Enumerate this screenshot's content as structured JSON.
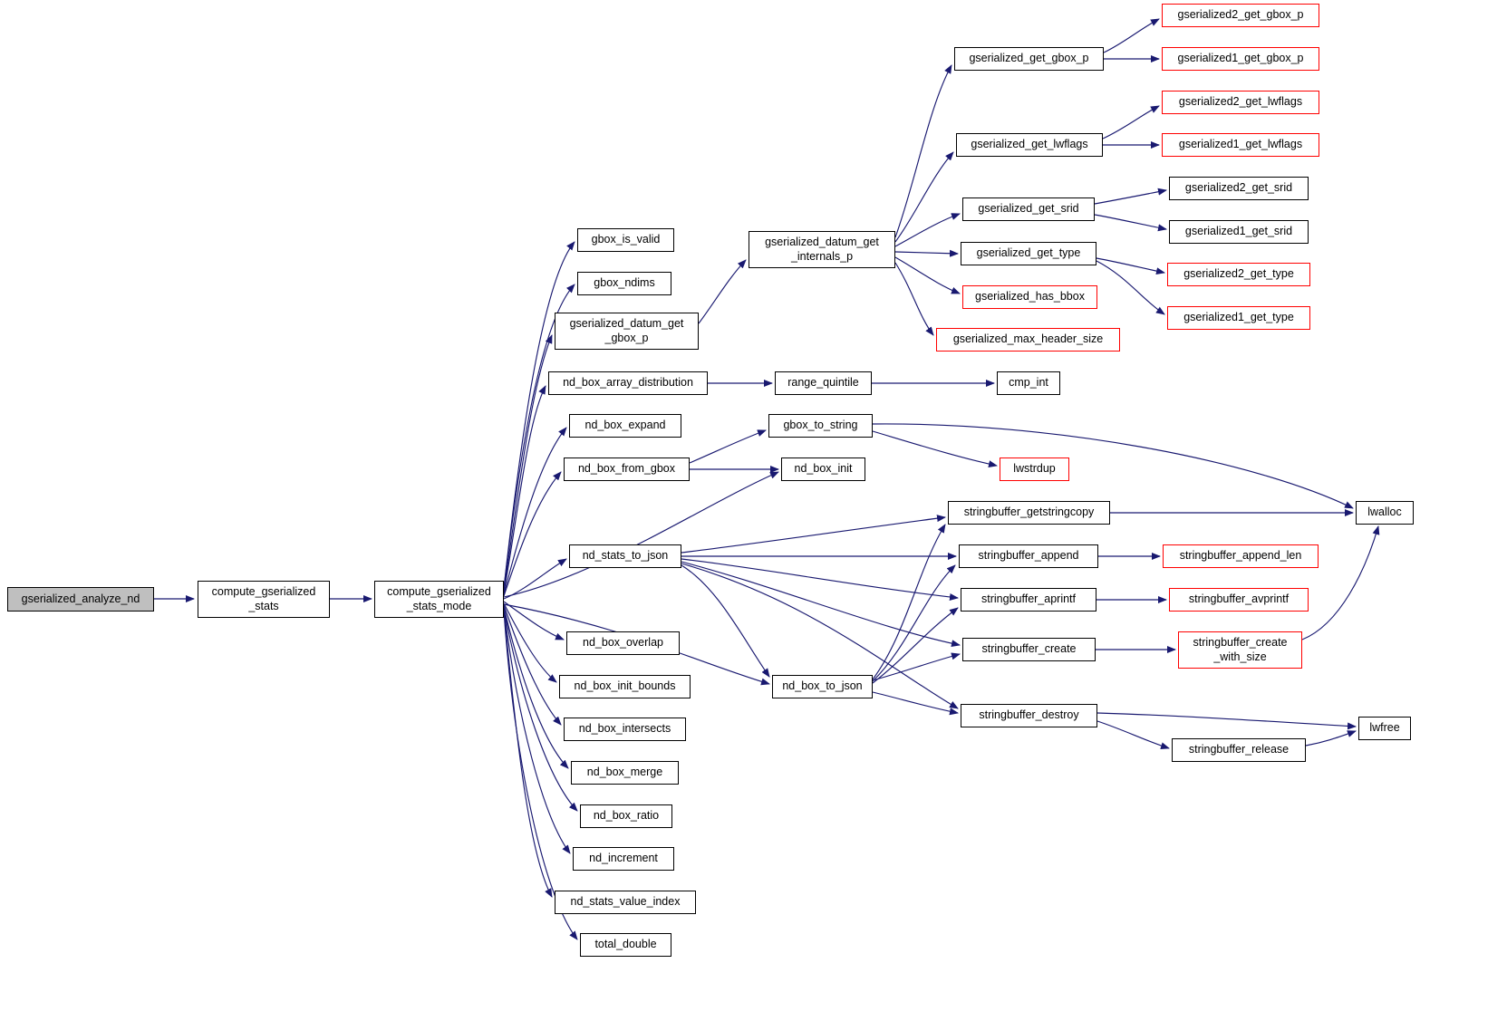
{
  "diagram": {
    "type": "call-graph",
    "edge_color": "#191970",
    "node_border_color": "#000000",
    "truncated_node_border_color": "#ff0000",
    "root_node_fill": "#bfbfbf",
    "node_fill": "#ffffff"
  },
  "nodes": {
    "gserialized_analyze_nd": {
      "label": "gserialized_analyze_nd",
      "type": "root"
    },
    "compute_gserialized_stats": {
      "label": "compute_gserialized\n_stats",
      "type": "normal"
    },
    "compute_gserialized_stats_mode": {
      "label": "compute_gserialized\n_stats_mode",
      "type": "normal"
    },
    "gbox_is_valid": {
      "label": "gbox_is_valid",
      "type": "normal"
    },
    "gbox_ndims": {
      "label": "gbox_ndims",
      "type": "normal"
    },
    "gserialized_datum_get_gbox_p": {
      "label": "gserialized_datum_get\n_gbox_p",
      "type": "normal"
    },
    "nd_box_array_distribution": {
      "label": "nd_box_array_distribution",
      "type": "normal"
    },
    "nd_box_expand": {
      "label": "nd_box_expand",
      "type": "normal"
    },
    "nd_box_from_gbox": {
      "label": "nd_box_from_gbox",
      "type": "normal"
    },
    "nd_stats_to_json": {
      "label": "nd_stats_to_json",
      "type": "normal"
    },
    "nd_box_overlap": {
      "label": "nd_box_overlap",
      "type": "normal"
    },
    "nd_box_init_bounds": {
      "label": "nd_box_init_bounds",
      "type": "normal"
    },
    "nd_box_intersects": {
      "label": "nd_box_intersects",
      "type": "normal"
    },
    "nd_box_merge": {
      "label": "nd_box_merge",
      "type": "normal"
    },
    "nd_box_ratio": {
      "label": "nd_box_ratio",
      "type": "normal"
    },
    "nd_increment": {
      "label": "nd_increment",
      "type": "normal"
    },
    "nd_stats_value_index": {
      "label": "nd_stats_value_index",
      "type": "normal"
    },
    "total_double": {
      "label": "total_double",
      "type": "normal"
    },
    "gserialized_datum_get_internals_p": {
      "label": "gserialized_datum_get\n_internals_p",
      "type": "normal"
    },
    "range_quintile": {
      "label": "range_quintile",
      "type": "normal"
    },
    "gbox_to_string": {
      "label": "gbox_to_string",
      "type": "normal"
    },
    "nd_box_init": {
      "label": "nd_box_init",
      "type": "normal"
    },
    "nd_box_to_json": {
      "label": "nd_box_to_json",
      "type": "normal"
    },
    "gserialized_get_gbox_p": {
      "label": "gserialized_get_gbox_p",
      "type": "normal"
    },
    "gserialized_get_lwflags": {
      "label": "gserialized_get_lwflags",
      "type": "normal"
    },
    "gserialized_get_srid": {
      "label": "gserialized_get_srid",
      "type": "normal"
    },
    "gserialized_get_type": {
      "label": "gserialized_get_type",
      "type": "normal"
    },
    "gserialized_has_bbox": {
      "label": "gserialized_has_bbox",
      "type": "truncated"
    },
    "gserialized_max_header_size": {
      "label": "gserialized_max_header_size",
      "type": "truncated"
    },
    "cmp_int": {
      "label": "cmp_int",
      "type": "normal"
    },
    "lwstrdup": {
      "label": "lwstrdup",
      "type": "truncated"
    },
    "stringbuffer_getstringcopy": {
      "label": "stringbuffer_getstringcopy",
      "type": "normal"
    },
    "stringbuffer_append": {
      "label": "stringbuffer_append",
      "type": "normal"
    },
    "stringbuffer_aprintf": {
      "label": "stringbuffer_aprintf",
      "type": "normal"
    },
    "stringbuffer_create": {
      "label": "stringbuffer_create",
      "type": "normal"
    },
    "stringbuffer_destroy": {
      "label": "stringbuffer_destroy",
      "type": "normal"
    },
    "gserialized2_get_gbox_p": {
      "label": "gserialized2_get_gbox_p",
      "type": "truncated"
    },
    "gserialized1_get_gbox_p": {
      "label": "gserialized1_get_gbox_p",
      "type": "truncated"
    },
    "gserialized2_get_lwflags": {
      "label": "gserialized2_get_lwflags",
      "type": "truncated"
    },
    "gserialized1_get_lwflags": {
      "label": "gserialized1_get_lwflags",
      "type": "truncated"
    },
    "gserialized2_get_srid": {
      "label": "gserialized2_get_srid",
      "type": "normal"
    },
    "gserialized1_get_srid": {
      "label": "gserialized1_get_srid",
      "type": "normal"
    },
    "gserialized2_get_type": {
      "label": "gserialized2_get_type",
      "type": "truncated"
    },
    "gserialized1_get_type": {
      "label": "gserialized1_get_type",
      "type": "truncated"
    },
    "lwalloc": {
      "label": "lwalloc",
      "type": "normal"
    },
    "stringbuffer_append_len": {
      "label": "stringbuffer_append_len",
      "type": "truncated"
    },
    "stringbuffer_avprintf": {
      "label": "stringbuffer_avprintf",
      "type": "truncated"
    },
    "stringbuffer_create_with_size": {
      "label": "stringbuffer_create\n_with_size",
      "type": "truncated"
    },
    "lwfree": {
      "label": "lwfree",
      "type": "normal"
    },
    "stringbuffer_release": {
      "label": "stringbuffer_release",
      "type": "normal"
    }
  },
  "edges": [
    {
      "from": "gserialized_analyze_nd",
      "to": "compute_gserialized_stats"
    },
    {
      "from": "compute_gserialized_stats",
      "to": "compute_gserialized_stats_mode"
    },
    {
      "from": "compute_gserialized_stats_mode",
      "to": "gbox_is_valid"
    },
    {
      "from": "compute_gserialized_stats_mode",
      "to": "gbox_ndims"
    },
    {
      "from": "compute_gserialized_stats_mode",
      "to": "gserialized_datum_get_gbox_p"
    },
    {
      "from": "compute_gserialized_stats_mode",
      "to": "nd_box_array_distribution"
    },
    {
      "from": "compute_gserialized_stats_mode",
      "to": "nd_box_expand"
    },
    {
      "from": "compute_gserialized_stats_mode",
      "to": "nd_box_from_gbox"
    },
    {
      "from": "compute_gserialized_stats_mode",
      "to": "nd_box_init"
    },
    {
      "from": "compute_gserialized_stats_mode",
      "to": "nd_stats_to_json"
    },
    {
      "from": "compute_gserialized_stats_mode",
      "to": "nd_box_to_json"
    },
    {
      "from": "compute_gserialized_stats_mode",
      "to": "nd_box_overlap"
    },
    {
      "from": "compute_gserialized_stats_mode",
      "to": "nd_box_init_bounds"
    },
    {
      "from": "compute_gserialized_stats_mode",
      "to": "nd_box_intersects"
    },
    {
      "from": "compute_gserialized_stats_mode",
      "to": "nd_box_merge"
    },
    {
      "from": "compute_gserialized_stats_mode",
      "to": "nd_box_ratio"
    },
    {
      "from": "compute_gserialized_stats_mode",
      "to": "nd_increment"
    },
    {
      "from": "compute_gserialized_stats_mode",
      "to": "nd_stats_value_index"
    },
    {
      "from": "compute_gserialized_stats_mode",
      "to": "total_double"
    },
    {
      "from": "gserialized_datum_get_gbox_p",
      "to": "gserialized_datum_get_internals_p"
    },
    {
      "from": "gserialized_datum_get_internals_p",
      "to": "gserialized_get_gbox_p"
    },
    {
      "from": "gserialized_datum_get_internals_p",
      "to": "gserialized_get_lwflags"
    },
    {
      "from": "gserialized_datum_get_internals_p",
      "to": "gserialized_get_srid"
    },
    {
      "from": "gserialized_datum_get_internals_p",
      "to": "gserialized_get_type"
    },
    {
      "from": "gserialized_datum_get_internals_p",
      "to": "gserialized_has_bbox"
    },
    {
      "from": "gserialized_datum_get_internals_p",
      "to": "gserialized_max_header_size"
    },
    {
      "from": "gserialized_get_gbox_p",
      "to": "gserialized2_get_gbox_p"
    },
    {
      "from": "gserialized_get_gbox_p",
      "to": "gserialized1_get_gbox_p"
    },
    {
      "from": "gserialized_get_lwflags",
      "to": "gserialized2_get_lwflags"
    },
    {
      "from": "gserialized_get_lwflags",
      "to": "gserialized1_get_lwflags"
    },
    {
      "from": "gserialized_get_srid",
      "to": "gserialized2_get_srid"
    },
    {
      "from": "gserialized_get_srid",
      "to": "gserialized1_get_srid"
    },
    {
      "from": "gserialized_get_type",
      "to": "gserialized2_get_type"
    },
    {
      "from": "gserialized_get_type",
      "to": "gserialized1_get_type"
    },
    {
      "from": "nd_box_array_distribution",
      "to": "range_quintile"
    },
    {
      "from": "range_quintile",
      "to": "cmp_int"
    },
    {
      "from": "nd_box_from_gbox",
      "to": "gbox_to_string"
    },
    {
      "from": "nd_box_from_gbox",
      "to": "nd_box_init"
    },
    {
      "from": "gbox_to_string",
      "to": "lwalloc"
    },
    {
      "from": "gbox_to_string",
      "to": "lwstrdup"
    },
    {
      "from": "nd_stats_to_json",
      "to": "stringbuffer_getstringcopy"
    },
    {
      "from": "nd_stats_to_json",
      "to": "stringbuffer_append"
    },
    {
      "from": "nd_stats_to_json",
      "to": "stringbuffer_aprintf"
    },
    {
      "from": "nd_stats_to_json",
      "to": "stringbuffer_create"
    },
    {
      "from": "nd_stats_to_json",
      "to": "stringbuffer_destroy"
    },
    {
      "from": "nd_stats_to_json",
      "to": "nd_box_to_json"
    },
    {
      "from": "nd_box_to_json",
      "to": "stringbuffer_getstringcopy"
    },
    {
      "from": "nd_box_to_json",
      "to": "stringbuffer_append"
    },
    {
      "from": "nd_box_to_json",
      "to": "stringbuffer_aprintf"
    },
    {
      "from": "nd_box_to_json",
      "to": "stringbuffer_create"
    },
    {
      "from": "nd_box_to_json",
      "to": "stringbuffer_destroy"
    },
    {
      "from": "stringbuffer_getstringcopy",
      "to": "lwalloc"
    },
    {
      "from": "stringbuffer_append",
      "to": "stringbuffer_append_len"
    },
    {
      "from": "stringbuffer_aprintf",
      "to": "stringbuffer_avprintf"
    },
    {
      "from": "stringbuffer_create",
      "to": "stringbuffer_create_with_size"
    },
    {
      "from": "stringbuffer_create_with_size",
      "to": "lwalloc"
    },
    {
      "from": "stringbuffer_destroy",
      "to": "lwfree"
    },
    {
      "from": "stringbuffer_destroy",
      "to": "stringbuffer_release"
    },
    {
      "from": "stringbuffer_release",
      "to": "lwfree"
    }
  ]
}
